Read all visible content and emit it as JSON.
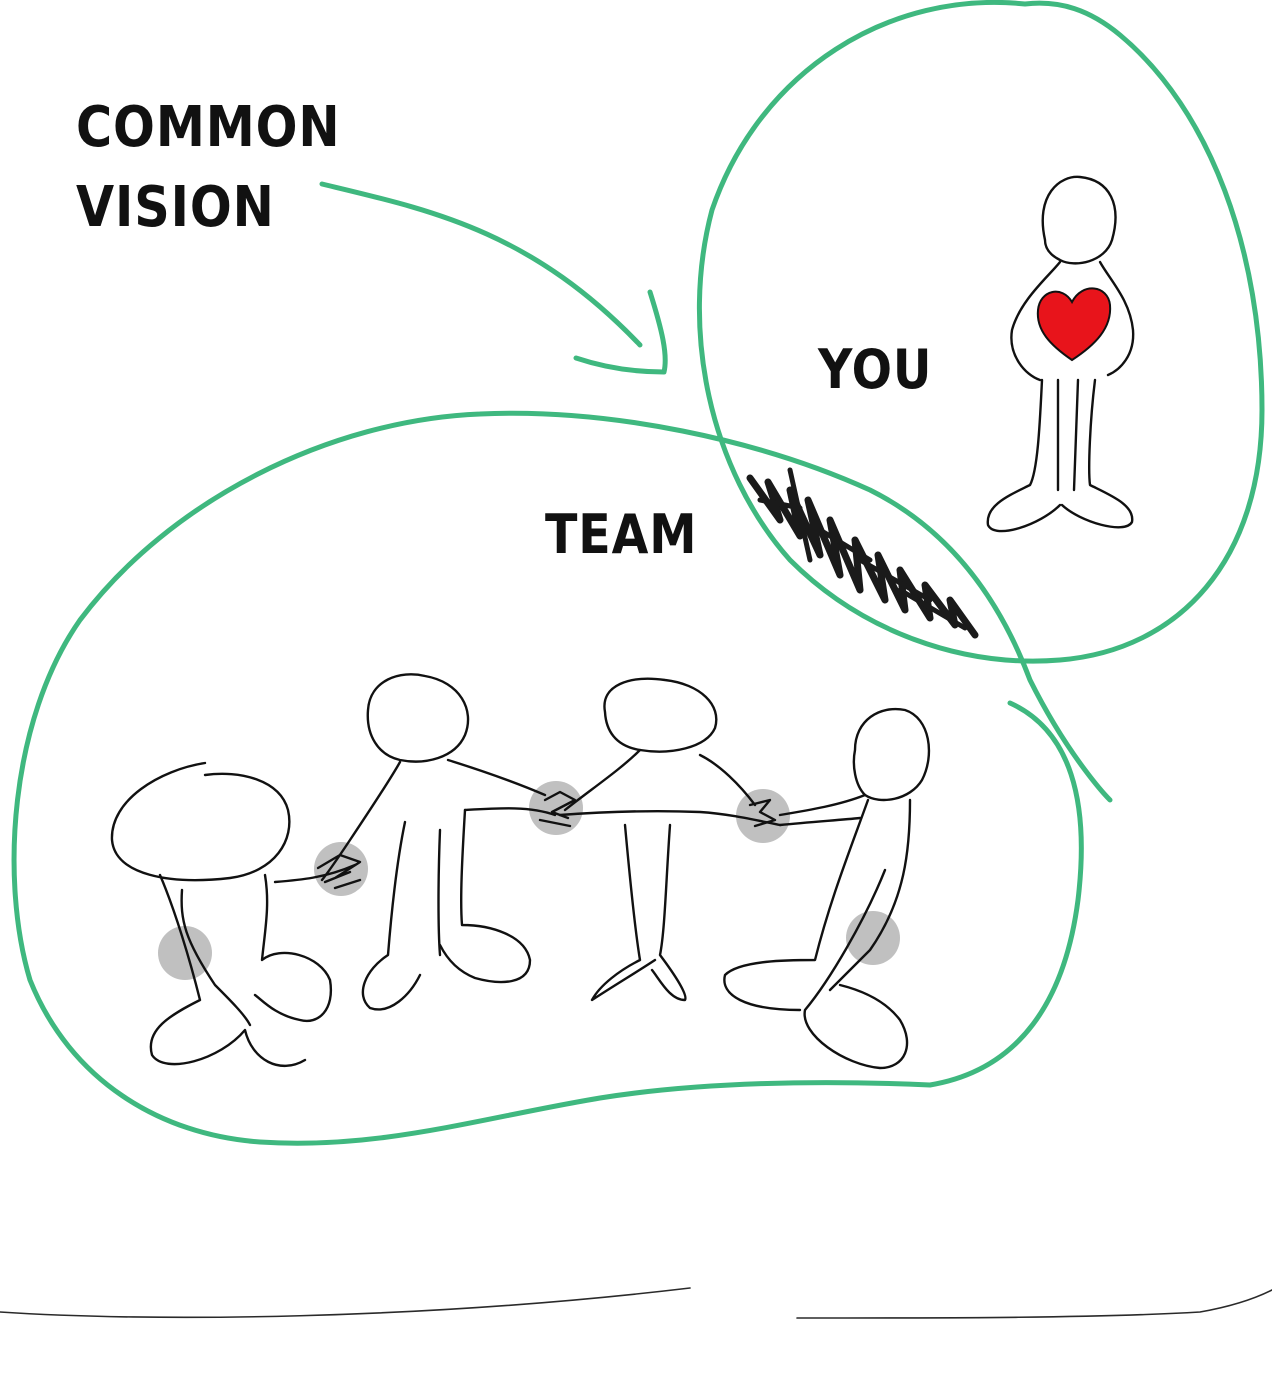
{
  "labels": {
    "common_vision_line1": "COMMON",
    "common_vision_line2": "VISION",
    "you": "YOU",
    "team": "TEAM"
  },
  "colors": {
    "circle_stroke": "#3fb87f",
    "heart_fill": "#e8141b",
    "overlap_scribble": "#1a1a1a",
    "hand_highlight": "#b5b5b5"
  },
  "icons": {
    "heart": "heart-icon"
  }
}
